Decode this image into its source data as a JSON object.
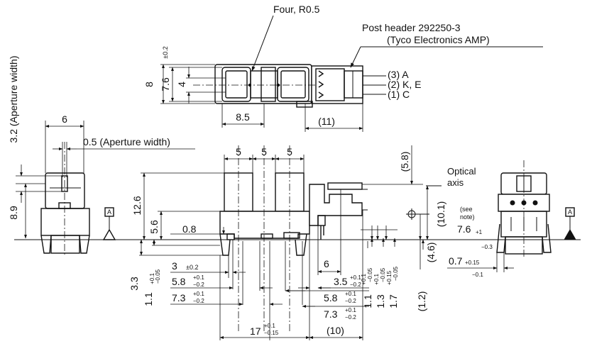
{
  "top_view": {
    "fillet_note": "Four, R0.5",
    "header_note_line1": "Post header 292250-3",
    "header_note_line2": "(Tyco Electronics AMP)",
    "pin_3": "(3) A",
    "pin_2": "(2) K, E",
    "pin_1": "(1) C",
    "dim_8": "8",
    "dim_7_6": "7.6",
    "dim_4": "4",
    "tol_0_2": "±0.2",
    "dim_8_5": "8.5",
    "dim_11": "(11)"
  },
  "side_view": {
    "dim_6": "6",
    "aperture_width_0_5": "0.5 (Aperture width)",
    "aperture_width_3_2": "3.2 (Aperture width)",
    "dim_8_9": "8.9",
    "datum_label": "A"
  },
  "front_view": {
    "dim_5_a": "5",
    "dim_5_b": "5",
    "dim_5_c": "5",
    "dim_12_6": "12.6",
    "dim_5_6": "5.6",
    "dim_0_8": "0.8",
    "dim_5_8_paren": "(5.8)",
    "optical_axis_1": "Optical",
    "optical_axis_2": "axis",
    "dim_10_1": "(10.1)",
    "see_note_1": "(see",
    "see_note_2": "note)",
    "dim_7_6": "7.6",
    "dim_7_6_tol_upper": "+1",
    "dim_7_6_tol_lower": "−0.3",
    "dim_4_6": "(4.6)",
    "dim_1_2": "(1.2)",
    "dim_3_3": "3.3",
    "dim_1_1": "1.1",
    "dim_1_1_tol_upper": "+0.1",
    "dim_1_1_tol_lower": "−0.05",
    "dim_3": "3",
    "dim_3_tol": "±0.2",
    "dim_5_8_left": "5.8",
    "dim_7_3_left": "7.3",
    "tol_upper_0_1": "+0.1",
    "tol_lower_0_2": "−0.2",
    "dim_6_right": "6",
    "dim_3_5": "3.5",
    "dim_5_8_right": "5.8",
    "dim_7_3_right": "7.3",
    "dim_17": "17",
    "dim_17_tol_upper": "+0.1",
    "dim_17_tol_lower": "−0.15",
    "dim_10": "(10)",
    "v_1_1": "1.1",
    "v_1_1_tol_upper": "+0.1",
    "v_1_1_tol_lower": "−0.05",
    "v_1_3": "1.3",
    "v_1_3_tol_upper": "+0.1",
    "v_1_3_tol_lower": "−0.05",
    "v_1_7": "1.7",
    "v_1_7_tol_upper": "+0.15",
    "v_1_7_tol_lower": "−0.05"
  },
  "right_view": {
    "dim_0_7": "0.7",
    "dim_0_7_tol_upper": "+0.15",
    "dim_0_7_tol_lower": "−0.1",
    "datum_label": "A"
  }
}
